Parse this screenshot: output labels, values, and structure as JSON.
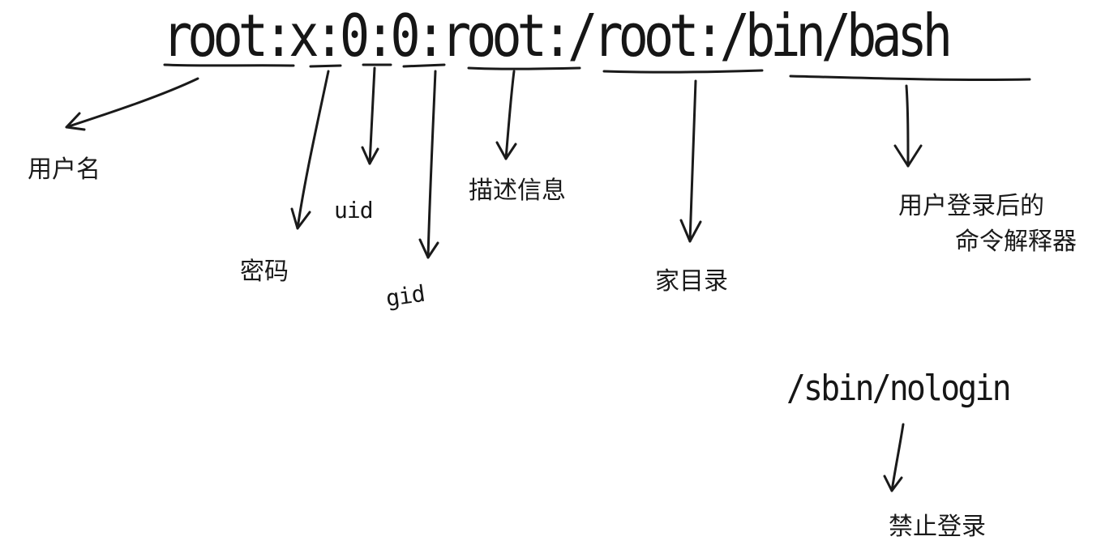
{
  "passwd_entry": "root:x:0:0:root:/root:/bin/bash",
  "alternate_shell": "/sbin/nologin",
  "labels": {
    "username": "用户名",
    "password": "密码",
    "uid": "uid",
    "gid": "gid",
    "description": "描述信息",
    "home_dir": "家目录",
    "shell_line1": "用户登录后的",
    "shell_line2": "命令解释器",
    "login_disabled": "禁止登录"
  },
  "stroke_color": "#1a1a1a"
}
